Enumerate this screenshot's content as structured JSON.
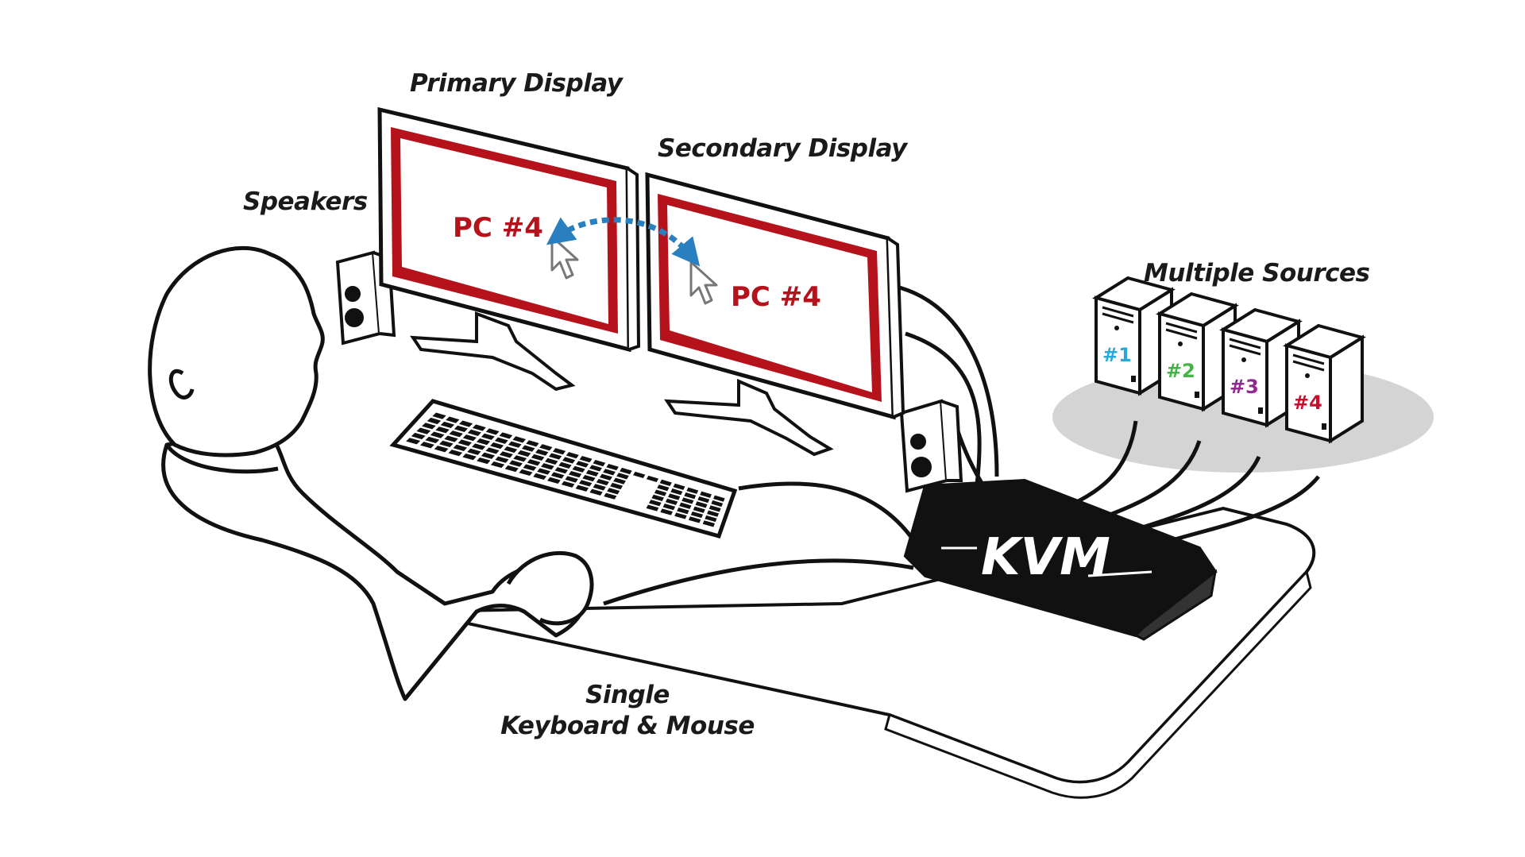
{
  "labels": {
    "primary_display": "Primary Display",
    "secondary_display": "Secondary Display",
    "speakers": "Speakers",
    "multiple_sources": "Multiple Sources",
    "keyboard_line1": "Single",
    "keyboard_line2": "Keyboard & Mouse"
  },
  "screens": {
    "primary": "PC #4",
    "secondary": "PC #4"
  },
  "kvm_label": "KVM",
  "sources": [
    {
      "label": "#1",
      "color": "#29a9d6"
    },
    {
      "label": "#2",
      "color": "#46b348"
    },
    {
      "label": "#3",
      "color": "#8e2a8f"
    },
    {
      "label": "#4",
      "color": "#c8102e"
    }
  ],
  "colors": {
    "screen_border": "#b5121b",
    "screen_text": "#b5121b",
    "arrow": "#2a7fbf",
    "ink": "#111111",
    "shadow": "#cfcfcf"
  }
}
